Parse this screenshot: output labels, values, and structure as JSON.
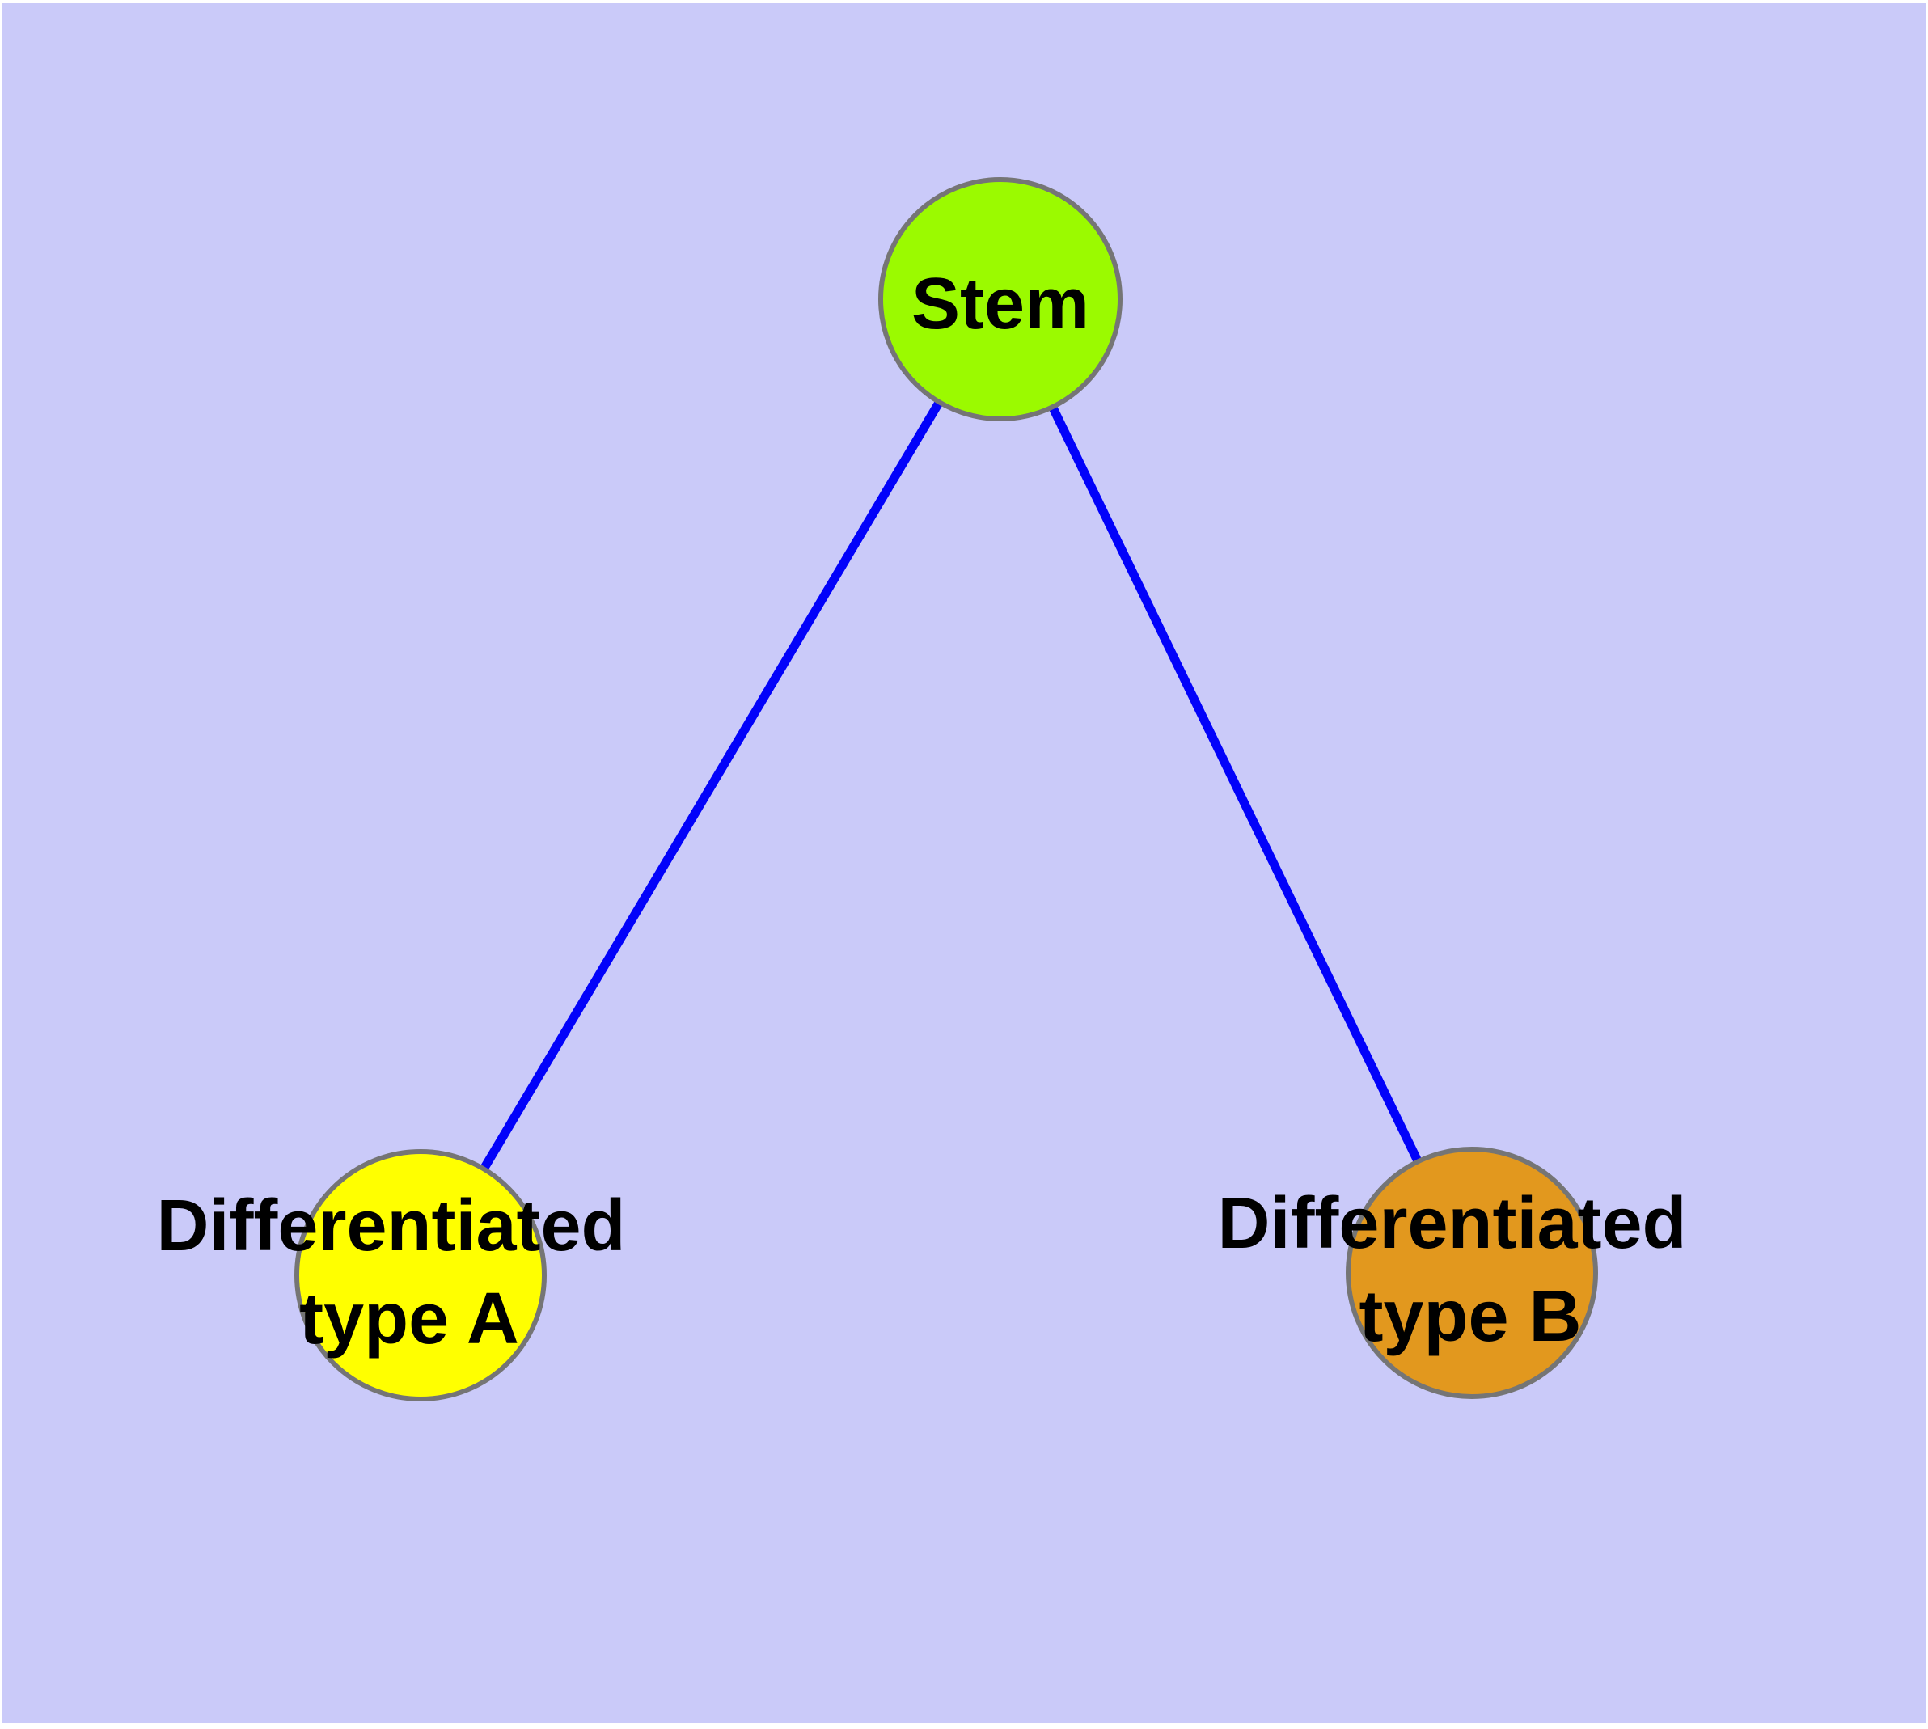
{
  "diagram": {
    "type": "graph",
    "description": "Stem cell differentiation tree: one stem node linked to two differentiated cell type nodes",
    "background_color": "#CACAF9",
    "frame_color": "#FFFFFF",
    "node_border_color": "#757575",
    "label_color": "#000000",
    "edge_color": "#0202FA",
    "nodes": [
      {
        "id": "stem",
        "label": "Stem",
        "label_line1": "Stem",
        "label_line2": "",
        "fill": "#9BFA00"
      },
      {
        "id": "type-a",
        "label": "Differentiated type A",
        "label_line1": "Differentiated",
        "label_line2": "type A",
        "fill": "#FFFF00"
      },
      {
        "id": "type-b",
        "label": "Differentiated type B",
        "label_line1": "Differentiated",
        "label_line2": "type B",
        "fill": "#E2981E"
      }
    ],
    "edges": [
      {
        "from": "Stem",
        "to": "Differentiated type A",
        "color": "#0202FA"
      },
      {
        "from": "Stem",
        "to": "Differentiated type B",
        "color": "#0202FA"
      }
    ]
  }
}
